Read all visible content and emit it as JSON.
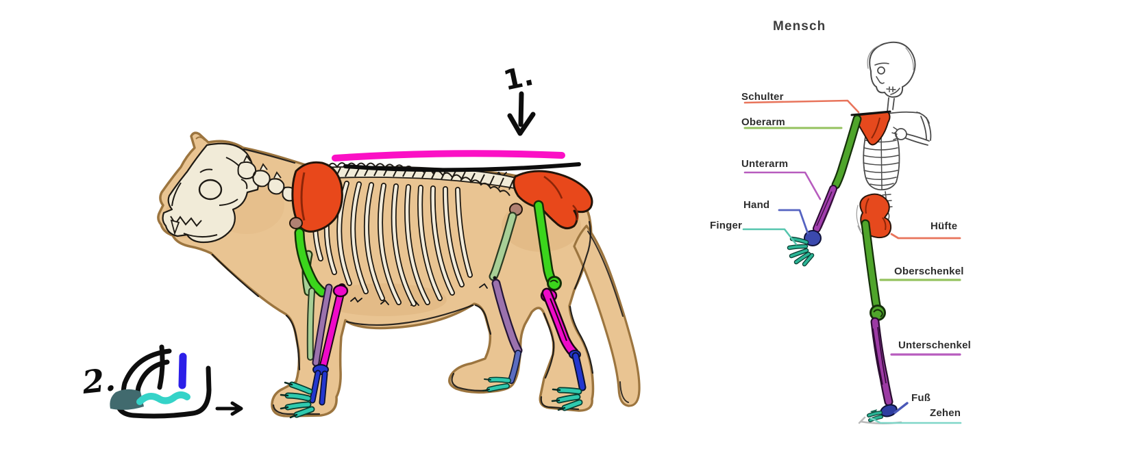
{
  "title": "Mensch",
  "marks": {
    "step_one": "1.",
    "step_two": "2."
  },
  "human_labels": {
    "schulter": "Schulter",
    "oberarm": "Oberarm",
    "unterarm": "Unterarm",
    "hand": "Hand",
    "finger": "Finger",
    "huefte": "Hüfte",
    "oberschenkel": "Oberschenkel",
    "unterschenkel": "Unterschenkel",
    "fuss": "Fuß",
    "zehen": "Zehen"
  },
  "icons": {
    "down_arrow": "↓",
    "right_arrow": "→"
  },
  "colors": {
    "label_line_shoulder_hip": "#e8745b",
    "label_line_upper_limb": "#94c25e",
    "label_line_forearm_shank": "#b75cbe",
    "label_line_hand": "#5563c1",
    "label_line_finger": "#56c5ae",
    "label_line_foot": "#4a58b8",
    "label_line_toes": "#7fd6c8",
    "bone_orange": "#e8481b",
    "bone_bright_green": "#3bd51c",
    "bone_green_human": "#4fa52b",
    "bone_sage_green": "#a8cf96",
    "bone_magenta": "#ef0ac8",
    "bone_muted_purple": "#9b72ad",
    "bone_purple_human": "#9c3aa4",
    "bone_blue": "#2336cf",
    "bone_blue_human": "#2e3da0",
    "bone_slate_blue": "#5b6cc0",
    "bone_teal": "#2fc9ae",
    "bone_teal_human": "#2bb596",
    "joint_mauve": "#b08173",
    "body_tan": "#e9c492",
    "body_outline_brown": "#9c753f",
    "skeleton_cream": "#f1ebd8",
    "highlight_pink_line": "#fb10c5",
    "highlight_black_line": "#0d0d0d",
    "doodle_dark_teal": "#416a6e",
    "doodle_cyan": "#35d3c8",
    "doodle_blue": "#2c1fe8",
    "sketch_gray": "#4a4a4a"
  }
}
